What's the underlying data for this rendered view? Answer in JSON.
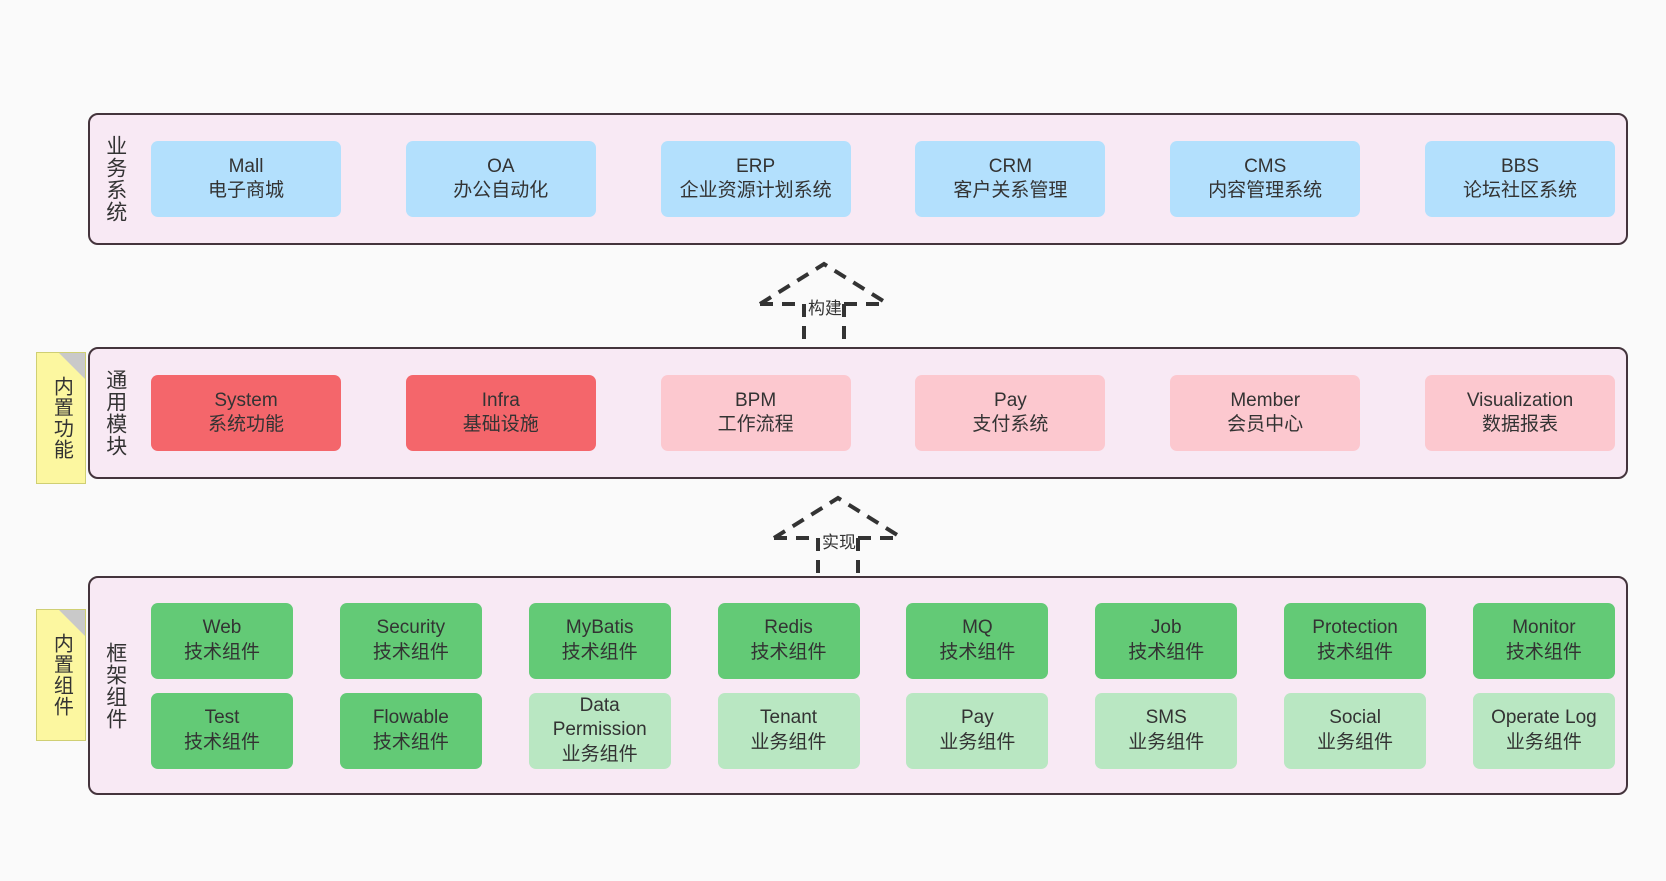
{
  "diagram": {
    "title": "",
    "colors": {
      "background": "#fafafa",
      "band_fill": "#f8e9f4",
      "band_border": "#44343c",
      "blue": "#b3e0fd",
      "red": "#f4666b",
      "pink": "#fcc8cf",
      "green": "#63ca76",
      "green_light": "#b9e7c2",
      "sticky": "#fcf7a0",
      "arrow": "#333333"
    }
  },
  "layers": {
    "business": {
      "title": "业务系统",
      "nodes": [
        {
          "name": "Mall",
          "sub": "电子商城",
          "style": "blue"
        },
        {
          "name": "OA",
          "sub": "办公自动化",
          "style": "blue"
        },
        {
          "name": "ERP",
          "sub": "企业资源计划系统",
          "style": "blue"
        },
        {
          "name": "CRM",
          "sub": "客户关系管理",
          "style": "blue"
        },
        {
          "name": "CMS",
          "sub": "内容管理系统",
          "style": "blue"
        },
        {
          "name": "BBS",
          "sub": "论坛社区系统",
          "style": "blue"
        }
      ]
    },
    "common": {
      "title": "通用模块",
      "sticky": "内置功能",
      "nodes": [
        {
          "name": "System",
          "sub": "系统功能",
          "style": "red"
        },
        {
          "name": "Infra",
          "sub": "基础设施",
          "style": "red"
        },
        {
          "name": "BPM",
          "sub": "工作流程",
          "style": "pink"
        },
        {
          "name": "Pay",
          "sub": "支付系统",
          "style": "pink"
        },
        {
          "name": "Member",
          "sub": "会员中心",
          "style": "pink"
        },
        {
          "name": "Visualization",
          "sub": "数据报表",
          "style": "pink"
        }
      ]
    },
    "framework": {
      "title": "框架组件",
      "sticky": "内置组件",
      "row1": [
        {
          "name": "Web",
          "sub": "技术组件",
          "style": "green"
        },
        {
          "name": "Security",
          "sub": "技术组件",
          "style": "green"
        },
        {
          "name": "MyBatis",
          "sub": "技术组件",
          "style": "green"
        },
        {
          "name": "Redis",
          "sub": "技术组件",
          "style": "green"
        },
        {
          "name": "MQ",
          "sub": "技术组件",
          "style": "green"
        },
        {
          "name": "Job",
          "sub": "技术组件",
          "style": "green"
        },
        {
          "name": "Protection",
          "sub": "技术组件",
          "style": "green"
        },
        {
          "name": "Monitor",
          "sub": "技术组件",
          "style": "green"
        }
      ],
      "row2": [
        {
          "name": "Test",
          "sub": "技术组件",
          "style": "green"
        },
        {
          "name": "Flowable",
          "sub": "技术组件",
          "style": "green"
        },
        {
          "name": "Data Permission",
          "sub": "业务组件",
          "style": "green-light"
        },
        {
          "name": "Tenant",
          "sub": "业务组件",
          "style": "green-light"
        },
        {
          "name": "Pay",
          "sub": "业务组件",
          "style": "green-light"
        },
        {
          "name": "SMS",
          "sub": "业务组件",
          "style": "green-light"
        },
        {
          "name": "Social",
          "sub": "业务组件",
          "style": "green-light"
        },
        {
          "name": "Operate Log",
          "sub": "业务组件",
          "style": "green-light"
        }
      ]
    }
  },
  "arrows": [
    {
      "label": "构建",
      "from": "common",
      "to": "business"
    },
    {
      "label": "实现",
      "from": "framework",
      "to": "common"
    }
  ]
}
